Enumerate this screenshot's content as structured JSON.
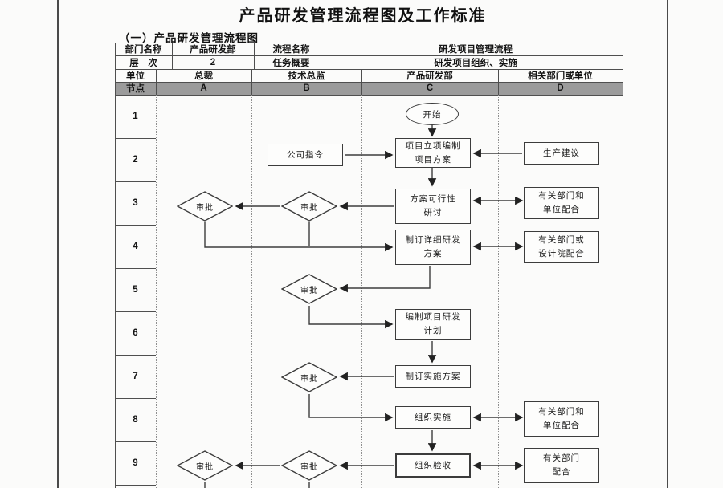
{
  "page": {
    "title": "产品研发管理流程图及工作标准",
    "subtitle": "（一）产品研发管理流程图"
  },
  "info": {
    "dept_label": "部门名称",
    "dept_value": "产品研发部",
    "process_label": "流程名称",
    "process_value": "研发项目管理流程",
    "level_label": "层　次",
    "level_value": "2",
    "task_label": "任务概要",
    "task_value": "研发项目组织、实施"
  },
  "columns": {
    "unit_label": "单位",
    "node_label": "节点",
    "units": [
      "总裁",
      "技术总监",
      "产品研发部",
      "相关部门或单位"
    ],
    "nodes": [
      "A",
      "B",
      "C",
      "D"
    ]
  },
  "rows": [
    "1",
    "2",
    "3",
    "4",
    "5",
    "6",
    "7",
    "8",
    "9"
  ],
  "flow": {
    "start": "开始",
    "company_order": "公司指令",
    "project_init": [
      "项目立项编制",
      "项目方案"
    ],
    "production_advice": "生产建议",
    "approve": "审批",
    "feasibility": [
      "方案可行性",
      "研讨"
    ],
    "dept_unit_support": [
      "有关部门和",
      "单位配合"
    ],
    "detailed_plan": [
      "制订详细研发",
      "方案"
    ],
    "design_inst_support": [
      "有关部门或",
      "设计院配合"
    ],
    "rd_schedule": [
      "编制项目研发",
      "计划"
    ],
    "impl_plan": "制订实施方案",
    "organize_impl": "组织实施",
    "acceptance": "组织验收",
    "dept_support": [
      "有关部门",
      "配合"
    ]
  },
  "colors": {
    "band_gray": "#9b9b9b",
    "line_dark": "#3c3c3c",
    "paper": "#fbfbfa"
  }
}
